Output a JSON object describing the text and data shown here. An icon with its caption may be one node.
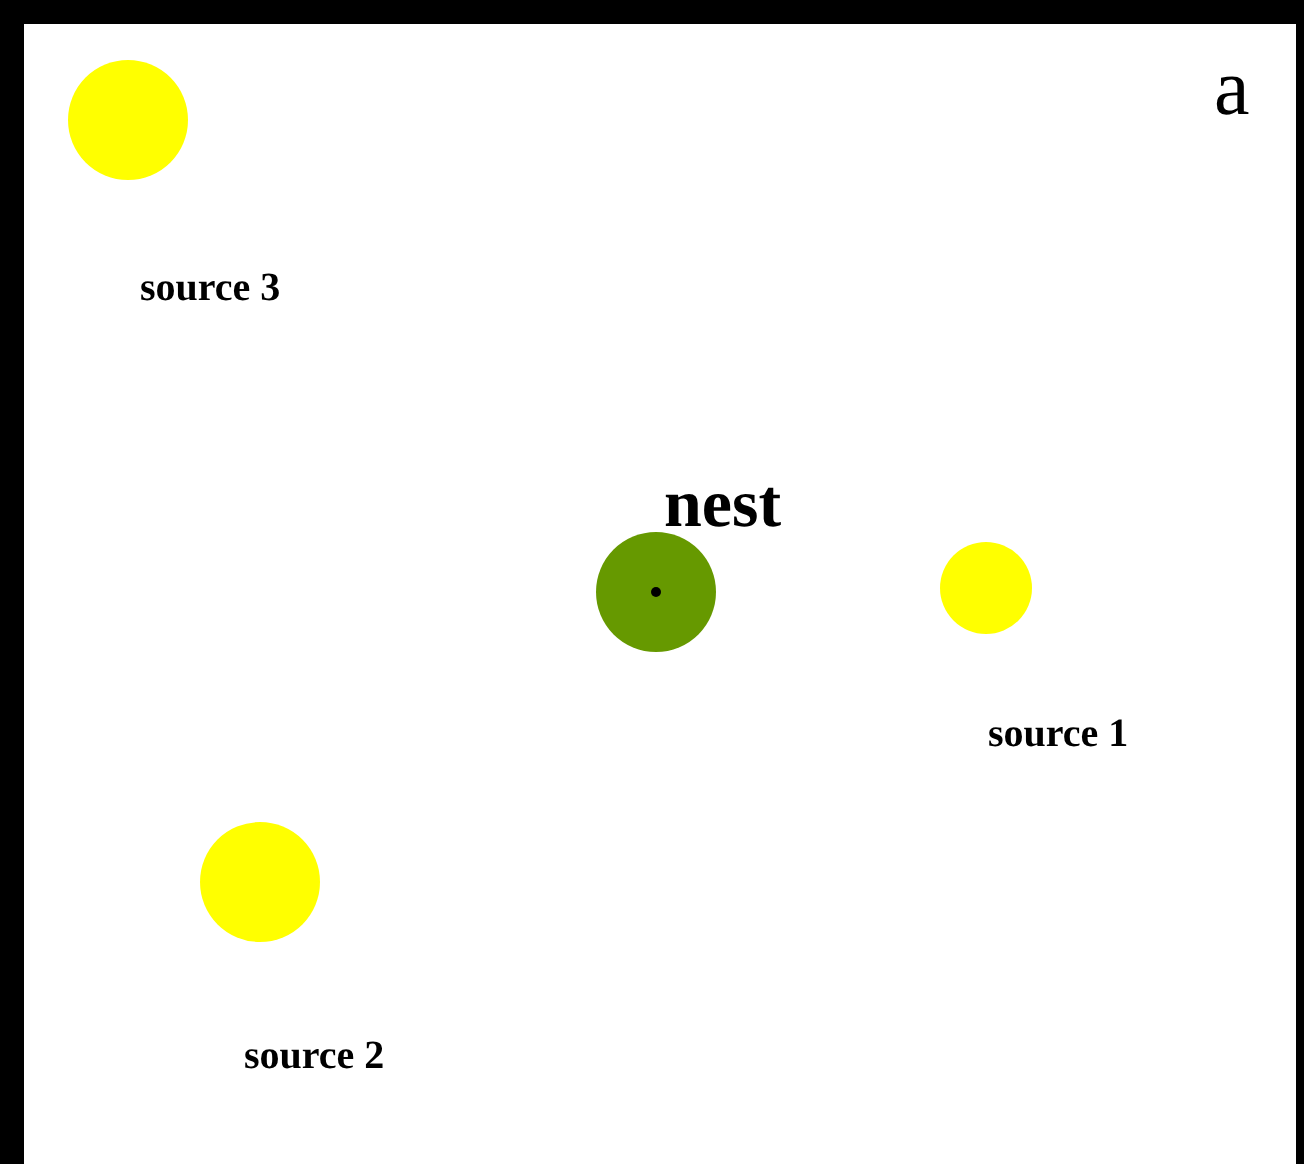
{
  "diagram": {
    "nodes": [
      {
        "text": [
          "source 3"
        ]
      },
      {
        "text": [
          "nest"
        ]
      },
      {
        "text": [
          "source 1"
        ]
      },
      {
        "text": [
          "source 2"
        ]
      }
    ],
    "labels": [
      "a"
    ]
  }
}
